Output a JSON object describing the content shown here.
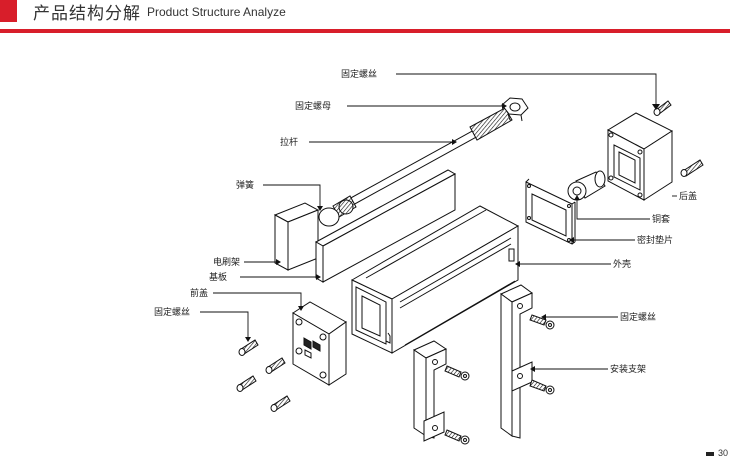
{
  "header": {
    "title_cn": "产品结构分解",
    "title_en": "Product Structure Analyze",
    "accent_color": "#d81e2a"
  },
  "labels": {
    "screw_top": "固定螺丝",
    "nut": "固定螺母",
    "rod": "拉杆",
    "spring": "弹簧",
    "brush_holder": "电刷架",
    "base_plate": "基板",
    "front_cover": "前盖",
    "screw_left": "固定螺丝",
    "rear_cover": "后盖",
    "copper_sleeve": "铜套",
    "gasket": "密封垫片",
    "shell": "外壳",
    "screw_right": "固定螺丝",
    "bracket": "安装支架"
  },
  "footer": {
    "page_number": "30"
  }
}
